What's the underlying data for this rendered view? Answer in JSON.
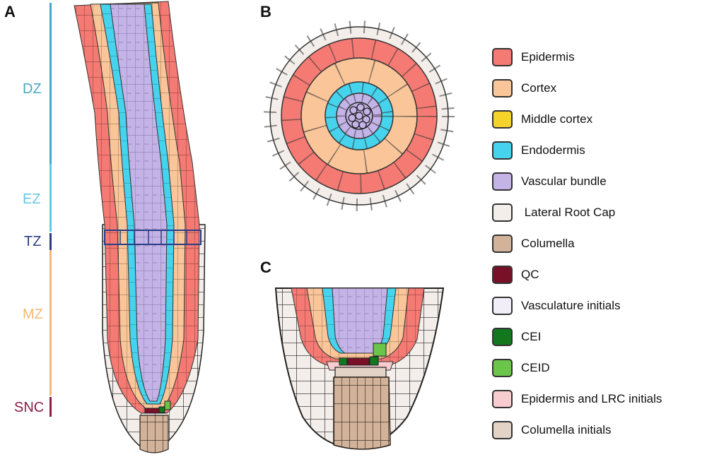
{
  "panels": {
    "a": "A",
    "b": "B",
    "c": "C"
  },
  "zones": [
    {
      "key": "dz",
      "label": "DZ",
      "color": "#47a7c8"
    },
    {
      "key": "ez",
      "label": "EZ",
      "color": "#63c8e6"
    },
    {
      "key": "tz",
      "label": "TZ",
      "color": "#2b3d86"
    },
    {
      "key": "mz",
      "label": "MZ",
      "color": "#f5b878"
    },
    {
      "key": "snc",
      "label": "SNC",
      "color": "#8c1f48"
    }
  ],
  "legend": [
    {
      "label": "Epidermis",
      "color": "#f47a73"
    },
    {
      "label": "Cortex",
      "color": "#f9c599"
    },
    {
      "label": "Middle cortex",
      "color": "#f5d32c"
    },
    {
      "label": "Endodermis",
      "color": "#45d3ee"
    },
    {
      "label": "Vascular bundle",
      "color": "#c3b3e6"
    },
    {
      "label": " Lateral Root Cap",
      "color": "#f3eeea"
    },
    {
      "label": "Columella",
      "color": "#d2b39a"
    },
    {
      "label": "QC",
      "color": "#7a1028"
    },
    {
      "label": "Vasculature initials",
      "color": "#f1eefa"
    },
    {
      "label": "CEI",
      "color": "#13771e"
    },
    {
      "label": "CEID",
      "color": "#6bc54a"
    },
    {
      "label": "Epidermis and LRC initials",
      "color": "#f9cdd0"
    },
    {
      "label": "Columella initials",
      "color": "#e3d3c6"
    }
  ]
}
